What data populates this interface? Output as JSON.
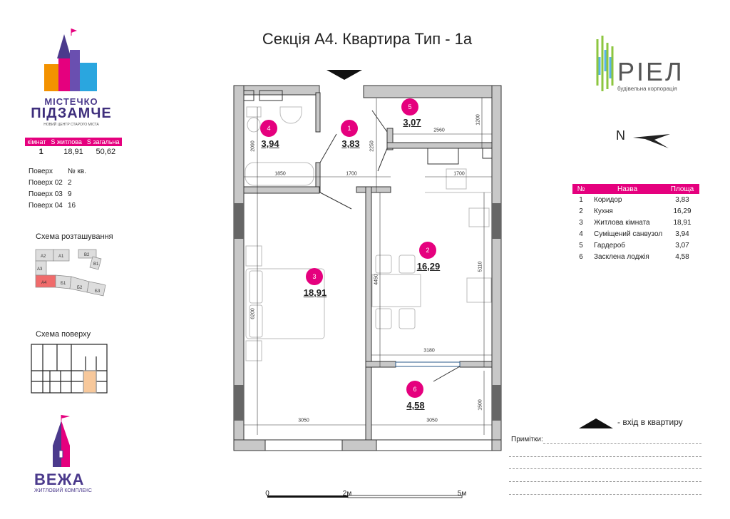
{
  "title": "Секція А4. Квартира Тип - 1а",
  "brand": {
    "name_top": "МІСТЕЧКО",
    "name_main": "ПІДЗАМЧЕ",
    "tagline": "НОВИЙ ЦЕНТР СТАРОГО МІСТА"
  },
  "stats": {
    "headers": [
      "кімнат",
      "S житлова",
      "S загальна"
    ],
    "values": [
      "1",
      "18,91",
      "50,62"
    ]
  },
  "floors": {
    "header": [
      "Поверх",
      "№ кв."
    ],
    "rows": [
      [
        "Поверх 02",
        "2"
      ],
      [
        "Поверх 03",
        "9"
      ],
      [
        "Поверх 04",
        "16"
      ]
    ]
  },
  "location_scheme": {
    "title": "Схема розташування",
    "sections": [
      "А2",
      "А1",
      "А3",
      "А4",
      "Б1",
      "Б2",
      "Б3",
      "В2",
      "В1"
    ],
    "highlight": "А4",
    "highlight_color": "#f06b6b"
  },
  "floor_scheme": {
    "title": "Схема поверху",
    "highlight_color": "#f7c89b"
  },
  "complex": {
    "name": "ВЕЖА",
    "tagline": "ЖИТЛОВИЙ КОМПЛЕКС"
  },
  "developer": {
    "name": "РІЕЛ",
    "tagline": "будівельна корпорація"
  },
  "north": "N",
  "rooms_table": {
    "headers": [
      "№",
      "Назва",
      "Площа"
    ],
    "rows": [
      [
        "1",
        "Коридор",
        "3,83"
      ],
      [
        "2",
        "Кухня",
        "16,29"
      ],
      [
        "3",
        "Житлова кімната",
        "18,91"
      ],
      [
        "4",
        "Суміщений санвузол",
        "3,94"
      ],
      [
        "5",
        "Гардероб",
        "3,07"
      ],
      [
        "6",
        "Засклена лоджія",
        "4,58"
      ]
    ]
  },
  "plan": {
    "rooms": [
      {
        "n": "1",
        "area": "3,83"
      },
      {
        "n": "2",
        "area": "16,29"
      },
      {
        "n": "3",
        "area": "18,91"
      },
      {
        "n": "4",
        "area": "3,94"
      },
      {
        "n": "5",
        "area": "3,07"
      },
      {
        "n": "6",
        "area": "4,58"
      }
    ],
    "dims": [
      "2090",
      "1850",
      "1700",
      "2250",
      "2560",
      "1200",
      "1700",
      "4450",
      "5110",
      "6200",
      "3180",
      "3050",
      "3050",
      "1500"
    ]
  },
  "legend": "-  вхід в квартиру",
  "notes_label": "Примітки:",
  "scale": [
    "0",
    "2м",
    "5м"
  ],
  "colors": {
    "accent": "#e5007e",
    "purple": "#4b3a8c",
    "wall": "#c8c8c8"
  }
}
